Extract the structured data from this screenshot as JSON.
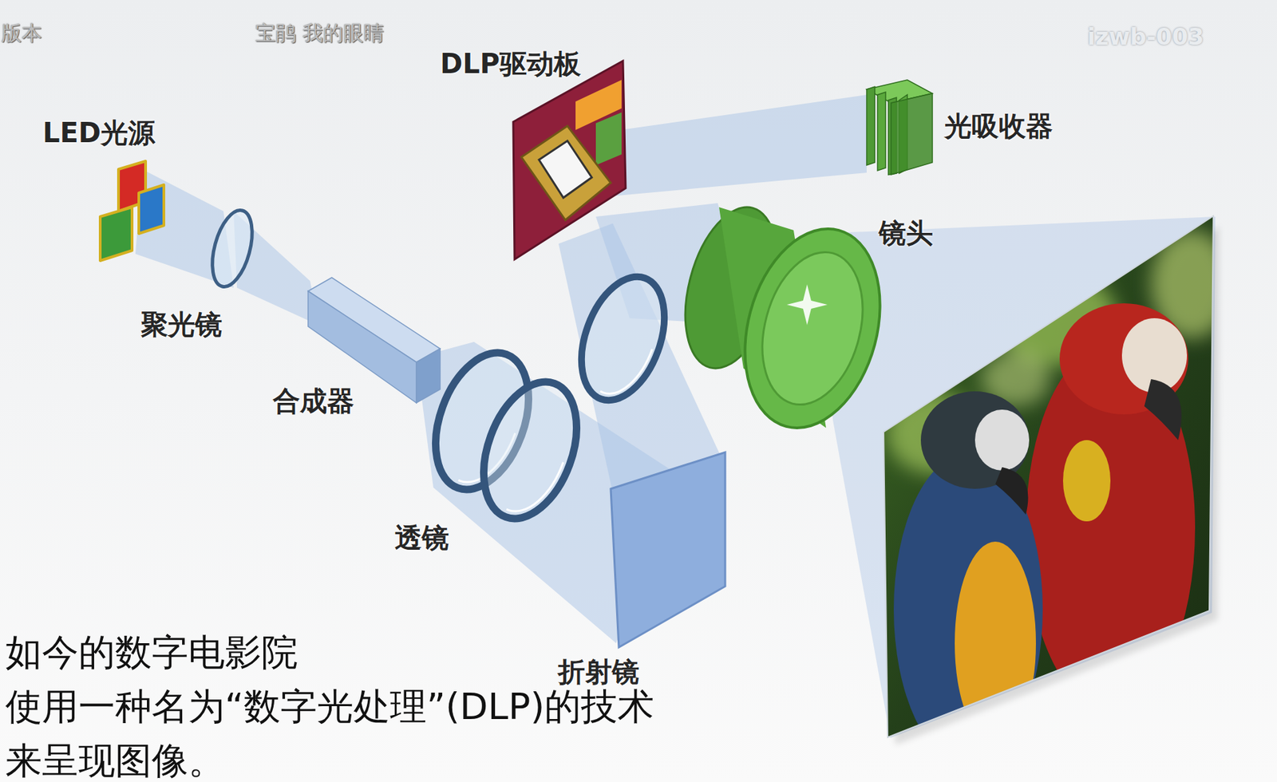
{
  "diagram": {
    "caption": "如今的数字电影院 使用一种名为“数字光处理”(DLP)的技术 来呈现图像。",
    "labels": [
      "版本",
      "宝鹃 我的眼睛",
      "izwb-003",
      "DLP驱动板",
      "光吸收器",
      "LED光源",
      "镜头",
      "聚光镜",
      "合成器",
      "透镜",
      "折射镜"
    ]
  }
}
